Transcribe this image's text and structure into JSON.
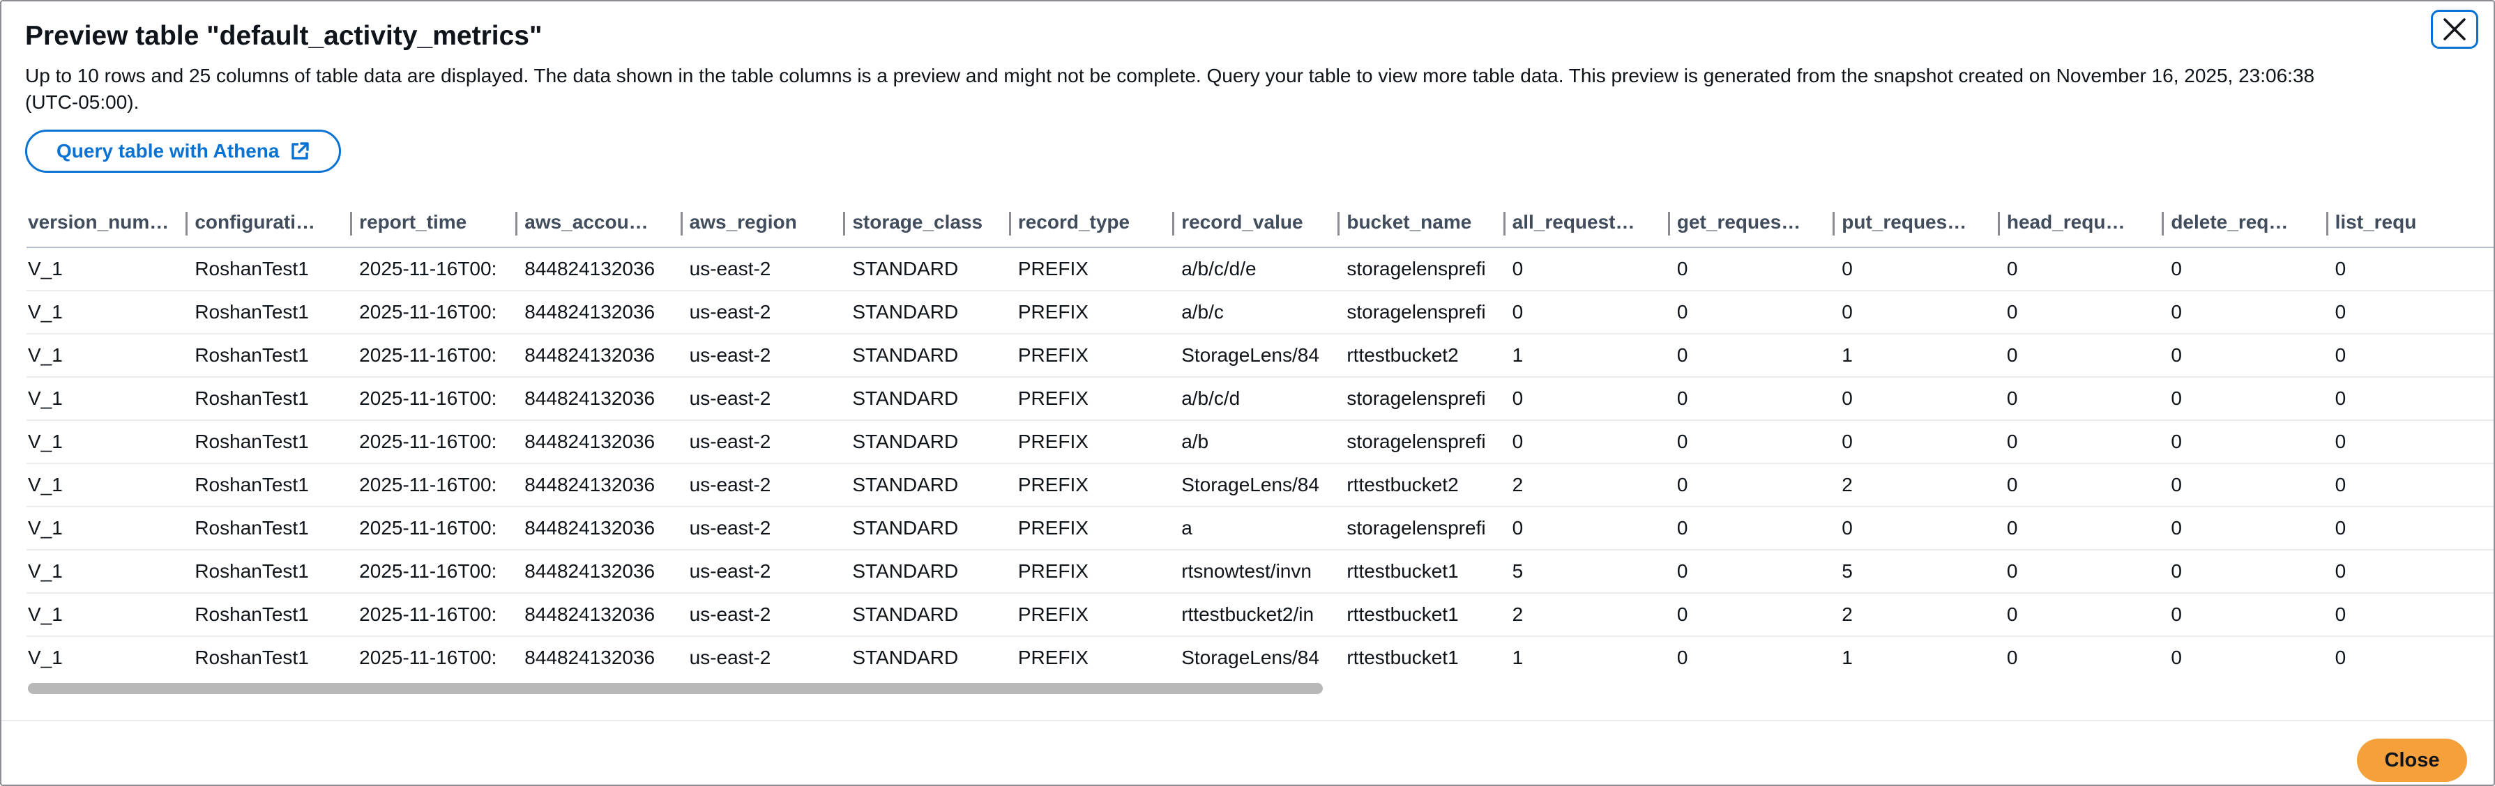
{
  "modal": {
    "title": "Preview table \"default_activity_metrics\"",
    "description": "Up to 10 rows and 25 columns of table data are displayed. The data shown in the table columns is a preview and might not be complete. Query your table to view more table data. This preview is generated from the snapshot created on November 16, 2025, 23:06:38 (UTC-05:00).",
    "query_button_label": "Query table with Athena",
    "close_button_label": "Close",
    "accent_color": "#0972d3",
    "primary_color": "#f5a03a"
  },
  "table": {
    "columns": [
      "version_num…",
      "configurati…",
      "report_time",
      "aws_accou…",
      "aws_region",
      "storage_class",
      "record_type",
      "record_value",
      "bucket_name",
      "all_request…",
      "get_reques…",
      "put_reques…",
      "head_requ…",
      "delete_req…",
      "list_requ"
    ],
    "rows": [
      [
        "V_1",
        "RoshanTest1",
        "2025-11-16T00:",
        "844824132036",
        "us-east-2",
        "STANDARD",
        "PREFIX",
        "a/b/c/d/e",
        "storagelensprefi",
        "0",
        "0",
        "0",
        "0",
        "0",
        "0"
      ],
      [
        "V_1",
        "RoshanTest1",
        "2025-11-16T00:",
        "844824132036",
        "us-east-2",
        "STANDARD",
        "PREFIX",
        "a/b/c",
        "storagelensprefi",
        "0",
        "0",
        "0",
        "0",
        "0",
        "0"
      ],
      [
        "V_1",
        "RoshanTest1",
        "2025-11-16T00:",
        "844824132036",
        "us-east-2",
        "STANDARD",
        "PREFIX",
        "StorageLens/84",
        "rttestbucket2",
        "1",
        "0",
        "1",
        "0",
        "0",
        "0"
      ],
      [
        "V_1",
        "RoshanTest1",
        "2025-11-16T00:",
        "844824132036",
        "us-east-2",
        "STANDARD",
        "PREFIX",
        "a/b/c/d",
        "storagelensprefi",
        "0",
        "0",
        "0",
        "0",
        "0",
        "0"
      ],
      [
        "V_1",
        "RoshanTest1",
        "2025-11-16T00:",
        "844824132036",
        "us-east-2",
        "STANDARD",
        "PREFIX",
        "a/b",
        "storagelensprefi",
        "0",
        "0",
        "0",
        "0",
        "0",
        "0"
      ],
      [
        "V_1",
        "RoshanTest1",
        "2025-11-16T00:",
        "844824132036",
        "us-east-2",
        "STANDARD",
        "PREFIX",
        "StorageLens/84",
        "rttestbucket2",
        "2",
        "0",
        "2",
        "0",
        "0",
        "0"
      ],
      [
        "V_1",
        "RoshanTest1",
        "2025-11-16T00:",
        "844824132036",
        "us-east-2",
        "STANDARD",
        "PREFIX",
        "a",
        "storagelensprefi",
        "0",
        "0",
        "0",
        "0",
        "0",
        "0"
      ],
      [
        "V_1",
        "RoshanTest1",
        "2025-11-16T00:",
        "844824132036",
        "us-east-2",
        "STANDARD",
        "PREFIX",
        "rtsnowtest/invn",
        "rttestbucket1",
        "5",
        "0",
        "5",
        "0",
        "0",
        "0"
      ],
      [
        "V_1",
        "RoshanTest1",
        "2025-11-16T00:",
        "844824132036",
        "us-east-2",
        "STANDARD",
        "PREFIX",
        "rttestbucket2/in",
        "rttestbucket1",
        "2",
        "0",
        "2",
        "0",
        "0",
        "0"
      ],
      [
        "V_1",
        "RoshanTest1",
        "2025-11-16T00:",
        "844824132036",
        "us-east-2",
        "STANDARD",
        "PREFIX",
        "StorageLens/84",
        "rttestbucket1",
        "1",
        "0",
        "1",
        "0",
        "0",
        "0"
      ]
    ],
    "horizontal_scroll_fraction": 0.53
  },
  "icons": {
    "close": "close-icon",
    "external_link": "external-link-icon"
  }
}
